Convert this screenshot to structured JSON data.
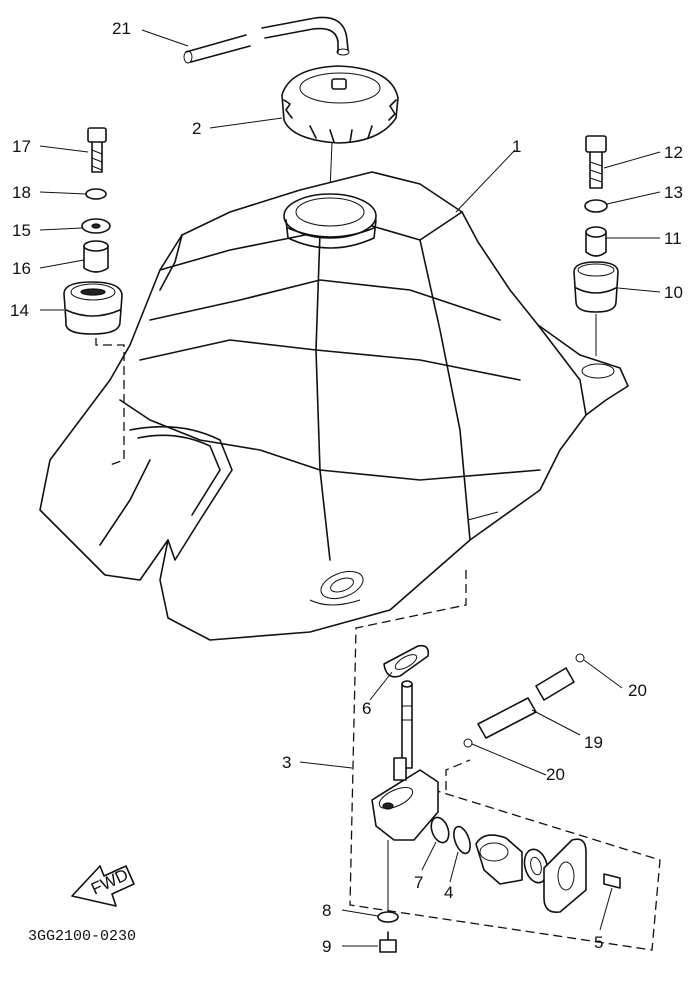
{
  "diagram": {
    "drawing_code": "3GG2100-0230",
    "fwd_label": "FWD",
    "callouts": {
      "c1": "1",
      "c2": "2",
      "c3": "3",
      "c4": "4",
      "c5": "5",
      "c6": "6",
      "c7": "7",
      "c8": "8",
      "c9": "9",
      "c10": "10",
      "c11": "11",
      "c12": "12",
      "c13": "13",
      "c14": "14",
      "c15": "15",
      "c16": "16",
      "c17": "17",
      "c18": "18",
      "c19": "19",
      "c20a": "20",
      "c20b": "20",
      "c21": "21"
    }
  }
}
